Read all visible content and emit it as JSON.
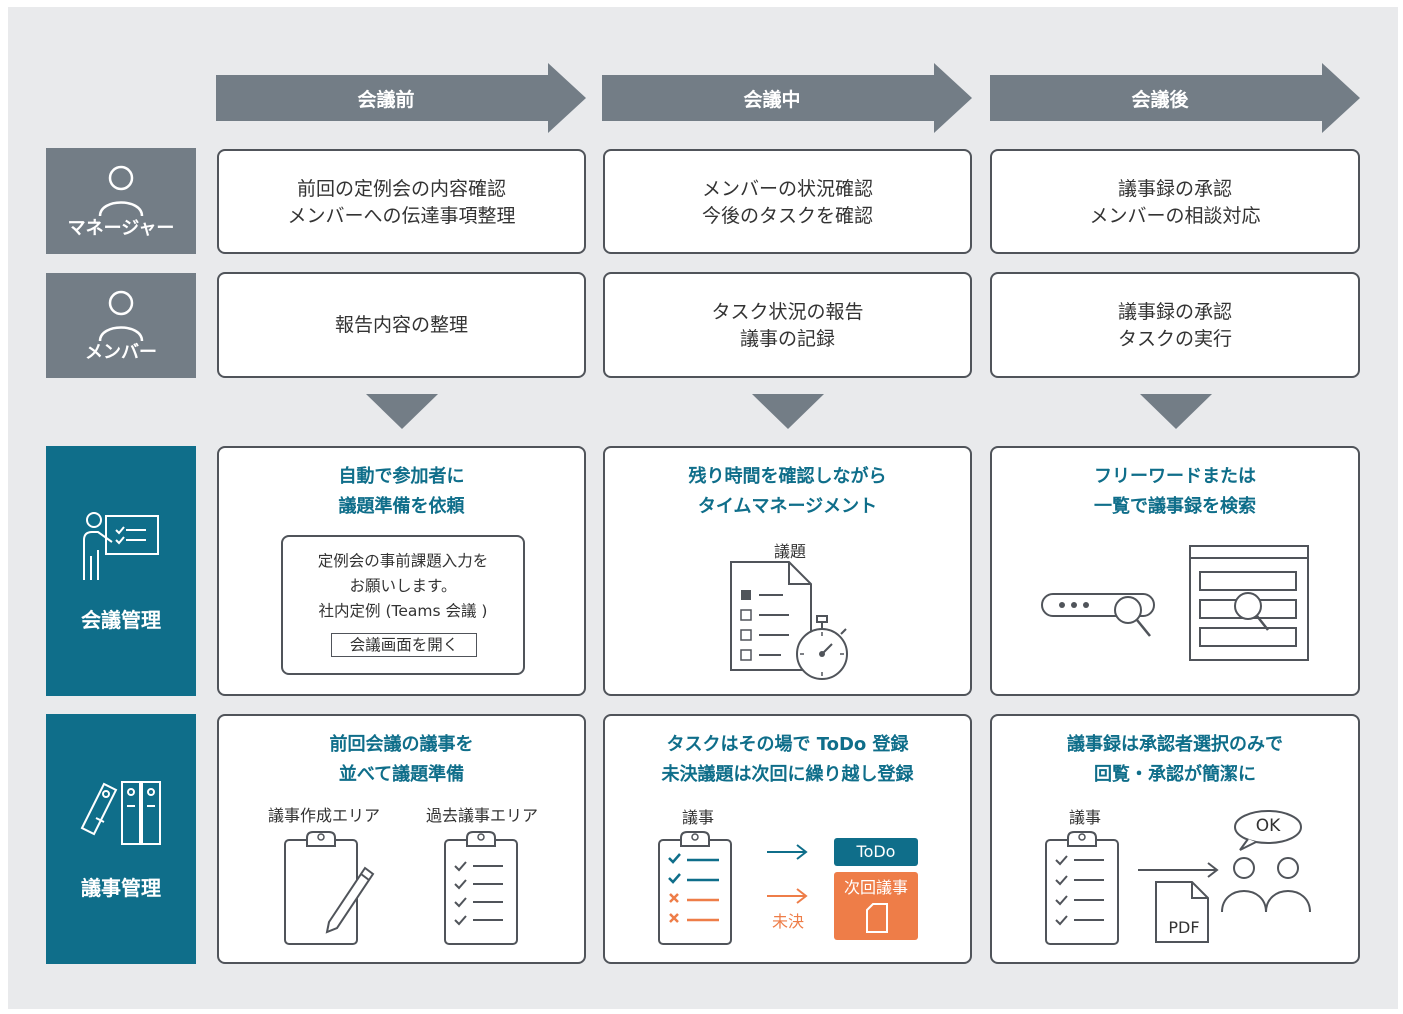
{
  "phases": [
    "会議前",
    "会議中",
    "会議後"
  ],
  "roles": {
    "manager": "マネージャー",
    "member": "メンバー"
  },
  "manager_tasks": [
    [
      "前回の定例会の内容確認",
      "メンバーへの伝達事項整理"
    ],
    [
      "メンバーの状況確認",
      "今後のタスクを確認"
    ],
    [
      "議事録の承認",
      "メンバーの相談対応"
    ]
  ],
  "member_tasks": [
    [
      "報告内容の整理"
    ],
    [
      "タスク状況の報告",
      "議事の記録"
    ],
    [
      "議事録の承認",
      "タスクの実行"
    ]
  ],
  "systems": {
    "meeting": "会議管理",
    "minutes": "議事管理"
  },
  "meeting_features": [
    {
      "title": [
        "自動で参加者に",
        "議題準備を依頼"
      ],
      "notice_lines": [
        "定例会の事前課題入力を",
        "お願いします。",
        "社内定例 (Teams 会議 )"
      ],
      "notice_button": "会議画面を開く"
    },
    {
      "title": [
        "残り時間を確認しながら",
        "タイムマネージメント"
      ],
      "caption": "議題"
    },
    {
      "title": [
        "フリーワードまたは",
        "一覧で議事録を検索"
      ]
    }
  ],
  "minutes_features": [
    {
      "title": [
        "前回会議の議事を",
        "並べて議題準備"
      ],
      "left_caption": "議事作成エリア",
      "right_caption": "過去議事エリア"
    },
    {
      "title": [
        "タスクはその場で ToDo 登録",
        "未決議題は次回に繰り越し登録"
      ],
      "caption": "議事",
      "todo_tag": "ToDo",
      "next_tag": "次回議事",
      "undecided": "未決"
    },
    {
      "title": [
        "議事録は承認者選択のみで",
        "回覧・承認が簡潔に"
      ],
      "caption": "議事",
      "pdf": "PDF",
      "ok": "OK"
    }
  ],
  "colors": {
    "gray": "#737d86",
    "teal": "#0f6e8a",
    "orange": "#ee7d48",
    "border": "#50545a"
  },
  "icons": [
    "person-icon",
    "presenter-icon",
    "binders-icon",
    "checklist-icon",
    "stopwatch-icon",
    "search-icon",
    "clipboard-icon",
    "pen-icon",
    "document-icon",
    "pdf-icon",
    "users-icon",
    "speech-bubble-icon"
  ]
}
